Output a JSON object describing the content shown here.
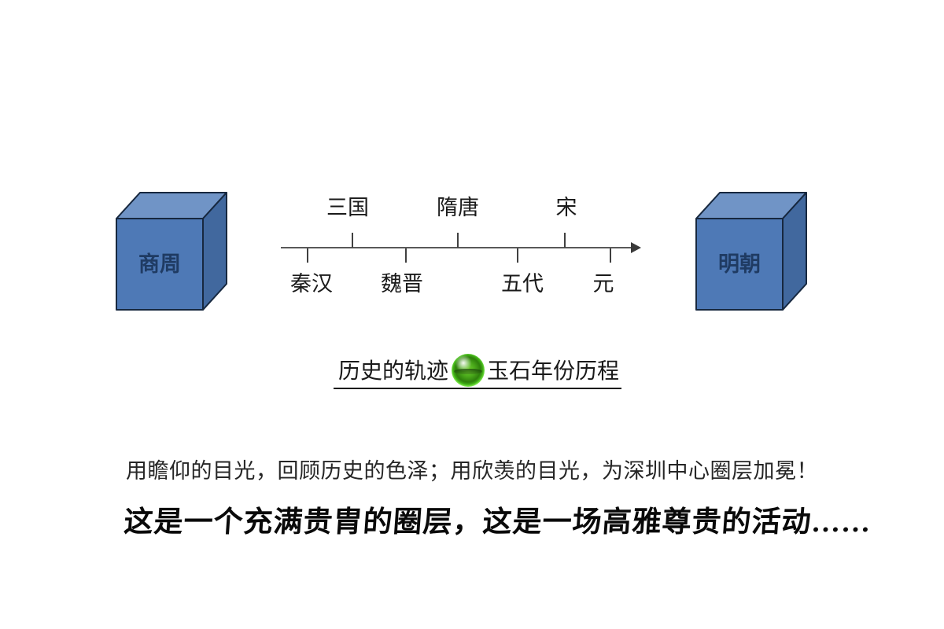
{
  "slide": {
    "left_cube": {
      "label": "商周"
    },
    "right_cube": {
      "label": "明朝"
    },
    "timeline": {
      "eras_above": [
        {
          "label": "三国"
        },
        {
          "label": "隋唐"
        },
        {
          "label": "宋"
        }
      ],
      "eras_below": [
        {
          "label": "秦汉"
        },
        {
          "label": "魏晋"
        },
        {
          "label": "五代"
        },
        {
          "label": "元"
        }
      ]
    },
    "caption": {
      "left": "历史的轨迹",
      "icon": "jade-orb-icon",
      "right": "玉石年份历程"
    },
    "paragraph": "用瞻仰的目光，回顾历史的色泽；用欣羡的目光，为深圳中心圈层加冕！",
    "tagline": "这是一个充满贵胄的圈层，这是一场高雅尊贵的活动……",
    "colors": {
      "cube_front": "#4e79b6",
      "cube_top": "#7094c6",
      "cube_side": "#41689e",
      "cube_outline": "#17283f",
      "timeline_line": "#595959",
      "timeline_tick": "#404040",
      "text_primary": "#1a1a1a",
      "orb_green": "#49a81a",
      "background": "#ffffff"
    }
  }
}
